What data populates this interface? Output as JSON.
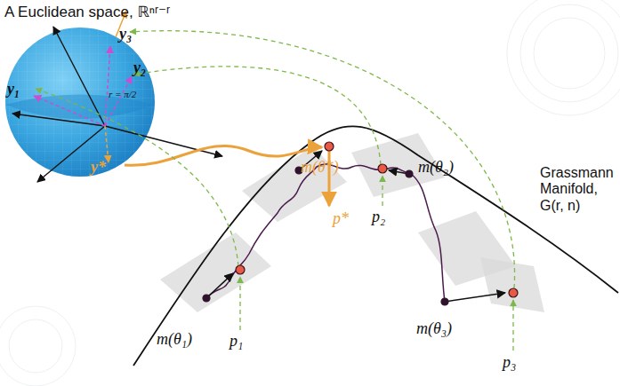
{
  "diagram": {
    "labels": [
      "A Euclidean space, ℝⁿʳ⁻ʳ",
      "y₃",
      "y₂",
      "y₁",
      "r = π/2",
      "y*",
      "Grassmann Manifold, G(r, n)",
      "m(θ*)",
      "p*",
      "m(θ₁)",
      "p₁",
      "p₂",
      "m(θ₂)",
      "m(θ₃)",
      "p₃"
    ]
  }
}
